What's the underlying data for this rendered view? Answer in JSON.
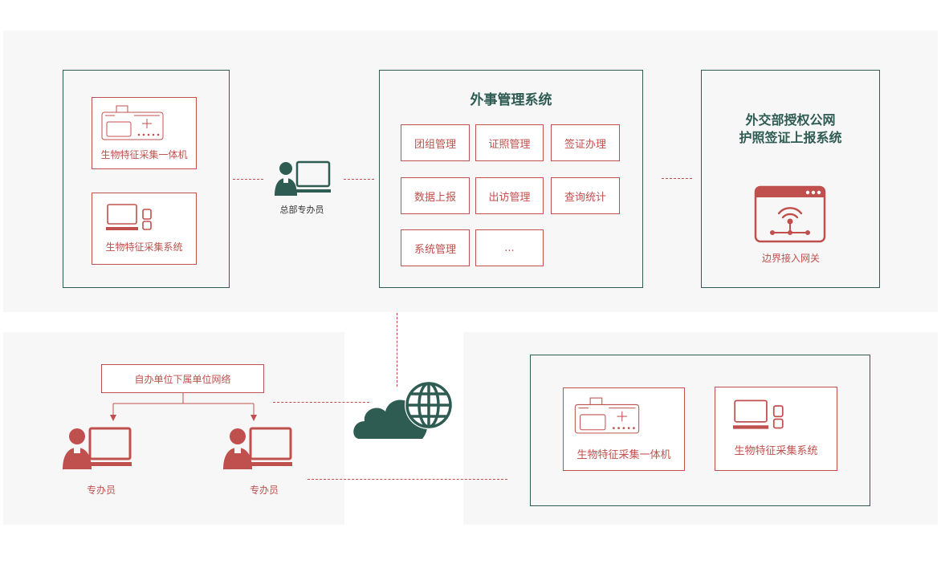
{
  "colors": {
    "accent_red": "#c0504d",
    "accent_green": "#2e5c52",
    "panel_bg": "#f7f7f7"
  },
  "left_panel": {
    "device_1": {
      "label": "生物特征采集一体机",
      "icon": "biometric-terminal-icon"
    },
    "device_2": {
      "label": "生物特征采集系统",
      "icon": "computer-with-scanner-icon"
    }
  },
  "hq_officer": {
    "label": "总部专办员",
    "icon": "person-at-computer-icon"
  },
  "center_panel": {
    "title": "外事管理系统",
    "modules": [
      "团组管理",
      "证照管理",
      "签证办理",
      "数据上报",
      "出访管理",
      "查询统计",
      "系统管理",
      "..."
    ]
  },
  "right_panel": {
    "title_line1": "外交部授权公网",
    "title_line2": "护照签证上报系统",
    "gateway": {
      "label": "边界接入网关",
      "icon": "gateway-browser-icon"
    }
  },
  "network": {
    "icon": "cloud-globe-icon"
  },
  "bottom_left": {
    "network_box": "自办单位下属单位网络",
    "officer_1": "专办员",
    "officer_2": "专办员"
  },
  "bottom_right": {
    "device_1": {
      "label": "生物特征采集一体机",
      "icon": "biometric-terminal-icon"
    },
    "device_2": {
      "label": "生物特征采集系统",
      "icon": "computer-with-scanner-icon"
    }
  }
}
